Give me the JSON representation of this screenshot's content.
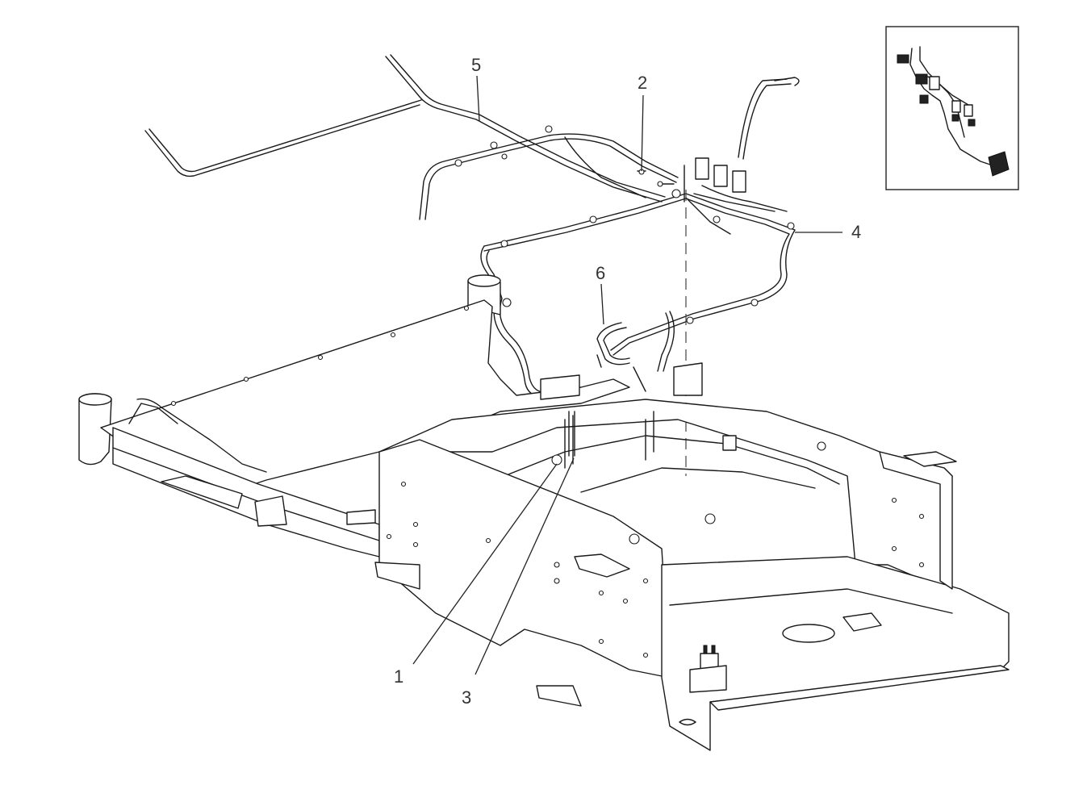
{
  "callouts": [
    {
      "id": "1",
      "text": "1"
    },
    {
      "id": "2",
      "text": "2"
    },
    {
      "id": "3",
      "text": "3"
    },
    {
      "id": "4",
      "text": "4"
    },
    {
      "id": "5",
      "text": "5"
    },
    {
      "id": "6",
      "text": "6"
    }
  ],
  "colors": {
    "line": "#1a1a1a",
    "label": "#333333",
    "background": "#ffffff"
  }
}
